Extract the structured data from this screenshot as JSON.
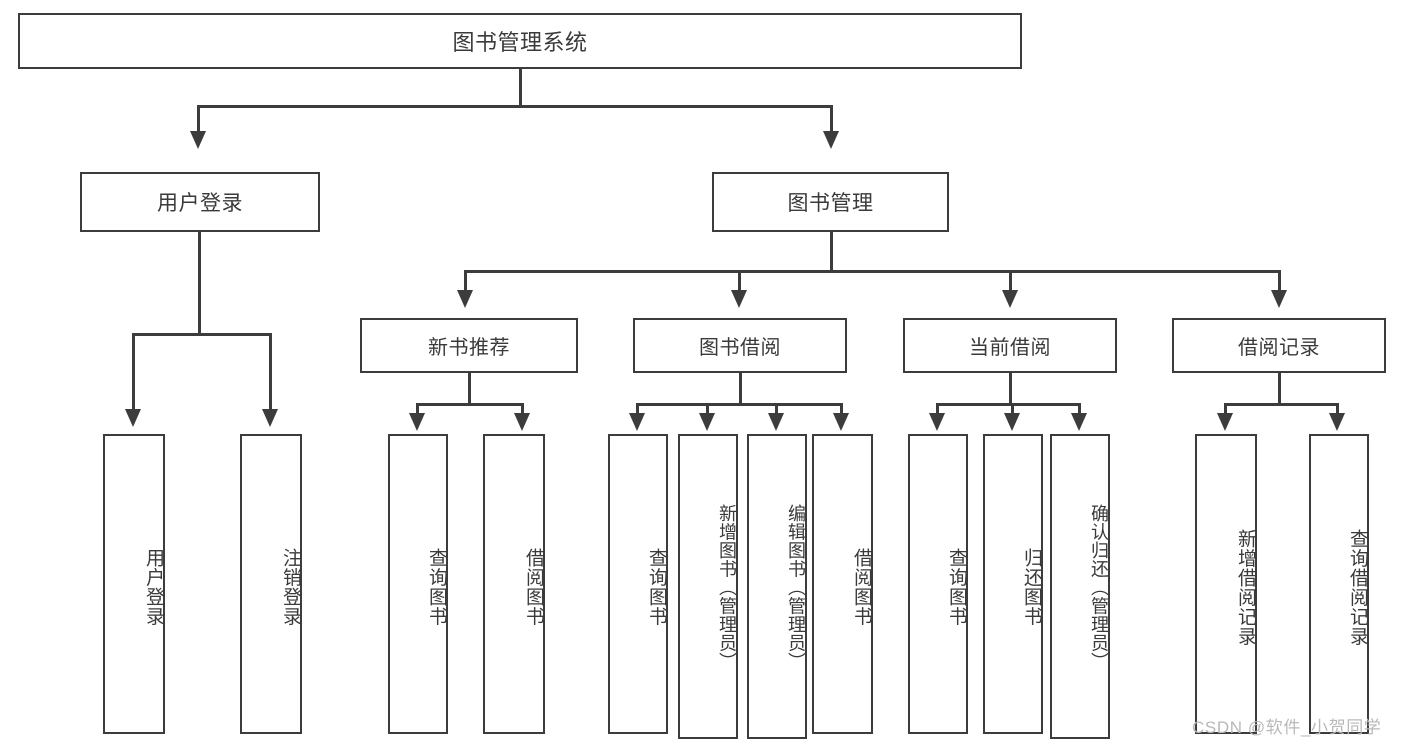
{
  "diagram": {
    "title": "图书管理系统",
    "type": "hierarchy-tree",
    "root": {
      "label": "图书管理系统"
    },
    "level2": [
      {
        "label": "用户登录"
      },
      {
        "label": "图书管理"
      }
    ],
    "level3": [
      {
        "label": "新书推荐"
      },
      {
        "label": "图书借阅"
      },
      {
        "label": "当前借阅"
      },
      {
        "label": "借阅记录"
      }
    ],
    "leaves": [
      {
        "label": "用户登录",
        "parent": "用户登录"
      },
      {
        "label": "注销登录",
        "parent": "用户登录"
      },
      {
        "label": "查询图书",
        "parent": "新书推荐"
      },
      {
        "label": "借阅图书",
        "parent": "新书推荐"
      },
      {
        "label": "查询图书",
        "parent": "图书借阅"
      },
      {
        "label": "新增图书（管理员）",
        "parent": "图书借阅"
      },
      {
        "label": "编辑图书（管理员）",
        "parent": "图书借阅"
      },
      {
        "label": "借阅图书",
        "parent": "图书借阅"
      },
      {
        "label": "查询图书",
        "parent": "当前借阅"
      },
      {
        "label": "归还图书",
        "parent": "当前借阅"
      },
      {
        "label": "确认归还（管理员）",
        "parent": "当前借阅"
      },
      {
        "label": "新增借阅记录",
        "parent": "借阅记录"
      },
      {
        "label": "查询借阅记录",
        "parent": "借阅记录"
      }
    ]
  },
  "watermark": {
    "text": "CSDN @软件_小贺同学"
  },
  "colors": {
    "stroke": "#3c3c3c",
    "text": "#3a3a3a",
    "background": "#ffffff",
    "watermark": "#b9b9b9"
  }
}
